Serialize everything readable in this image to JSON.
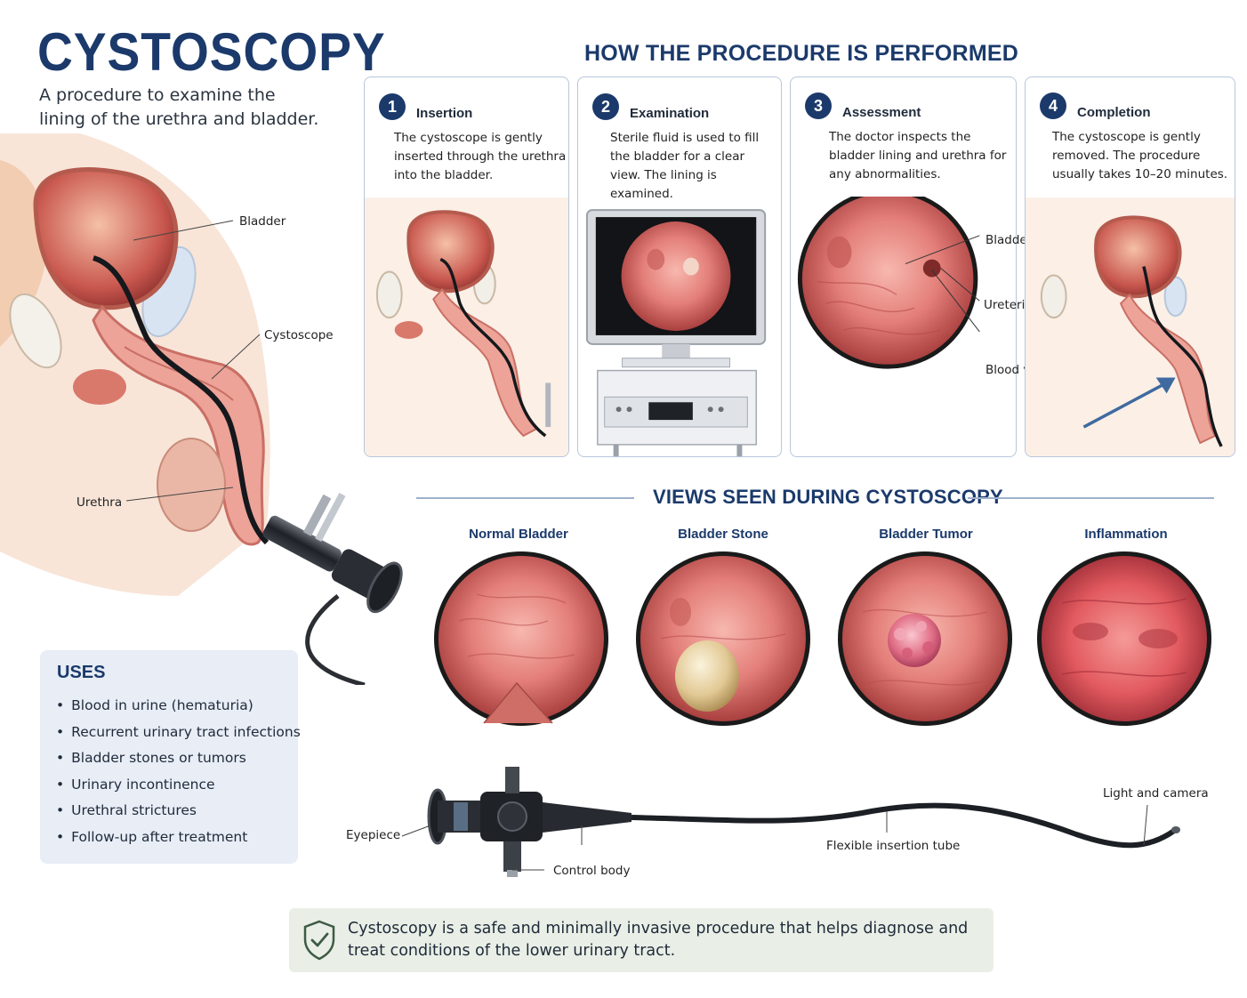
{
  "header": {
    "title": "CYSTOSCOPY",
    "subtitle": "A procedure to examine the lining of the urethra and bladder."
  },
  "anatomy_labels": {
    "bladder": "Bladder",
    "cystoscope": "Cystoscope",
    "urethra": "Urethra"
  },
  "procedure": {
    "title": "HOW THE PROCEDURE IS PERFORMED",
    "steps": [
      {
        "number": "1",
        "heading": "Insertion",
        "text": "The cystoscope is gently inserted through the urethra into the bladder."
      },
      {
        "number": "2",
        "heading": "Examination",
        "text": "Sterile fluid is used to fill the bladder for a clear view. The lining is examined."
      },
      {
        "number": "3",
        "heading": "Assessment",
        "text": "The doctor inspects the bladder lining and urethra for any abnormalities."
      },
      {
        "number": "4",
        "heading": "Completion",
        "text": "The cystoscope is gently removed. The procedure usually takes 10–20 minutes."
      }
    ],
    "assessment_labels": [
      "Bladder wall",
      "Ureteric orifice",
      "Blood vessels"
    ]
  },
  "views": {
    "title": "VIEWS SEEN DURING CYSTOSCOPY",
    "items": [
      "Normal Bladder",
      "Bladder Stone",
      "Bladder Tumor",
      "Inflammation"
    ]
  },
  "uses": {
    "title": "USES",
    "items": [
      "Blood in urine (hematuria)",
      "Recurrent urinary tract infections",
      "Bladder stones or tumors",
      "Urinary incontinence",
      "Urethral strictures",
      "Follow-up after treatment"
    ]
  },
  "instrument_labels": {
    "eyepiece": "Eyepiece",
    "control_body": "Control body",
    "insertion_tube": "Flexible insertion tube",
    "tip": "Light and camera"
  },
  "footer": {
    "note": "Cystoscopy is a safe and minimally invasive procedure that helps diagnose and treat conditions of the lower urinary tract."
  },
  "colors": {
    "heading": "#1b3a6b",
    "tissue": "#e8a092",
    "mucosa": "#e47a78",
    "uses_background": "#e8edf6",
    "note_background": "#e9efe6"
  }
}
